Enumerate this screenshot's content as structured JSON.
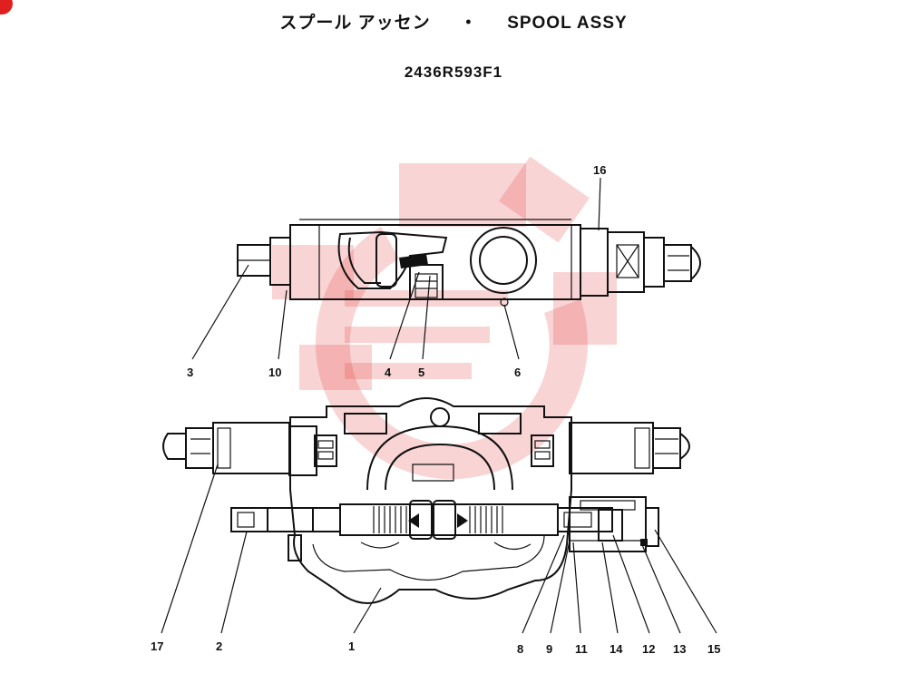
{
  "title": {
    "japanese": "スプール アッセン",
    "separator": "・",
    "english": "SPOOL ASSY"
  },
  "part_number": "2436R593F1",
  "callouts": {
    "c3": "3",
    "c10": "10",
    "c4": "4",
    "c5": "5",
    "c6": "6",
    "c16": "16",
    "c17": "17",
    "c2": "2",
    "c1": "1",
    "c8": "8",
    "c9": "9",
    "c11": "11",
    "c14": "14",
    "c12": "12",
    "c13": "13",
    "c15": "15"
  },
  "corner_badge_color": "#e0201f",
  "watermark_color": "#e23a3a"
}
